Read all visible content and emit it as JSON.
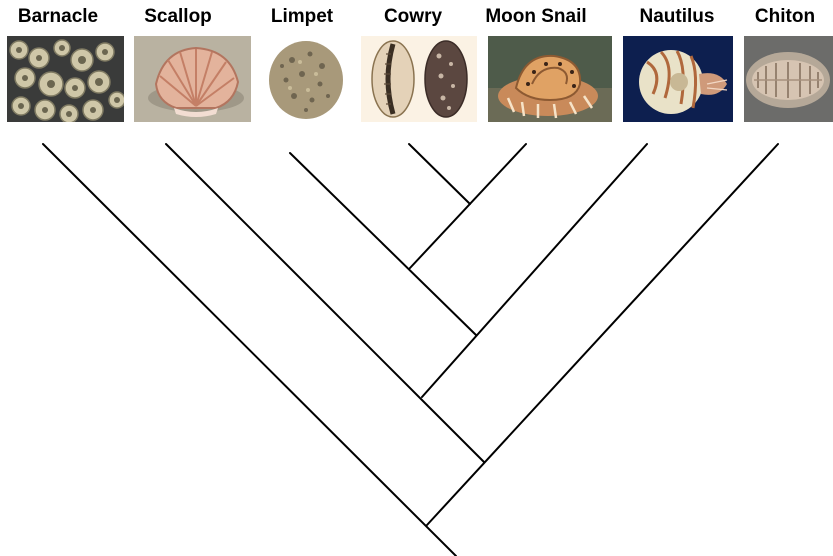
{
  "taxa": [
    {
      "name": "Barnacle",
      "icon": "barnacle-photo"
    },
    {
      "name": "Scallop",
      "icon": "scallop-shell-photo"
    },
    {
      "name": "Limpet",
      "icon": "limpet-shell-photo"
    },
    {
      "name": "Cowry",
      "icon": "cowry-shell-photo"
    },
    {
      "name": "Moon Snail",
      "icon": "moon-snail-photo"
    },
    {
      "name": "Nautilus",
      "icon": "nautilus-photo"
    },
    {
      "name": "Chiton",
      "icon": "chiton-photo"
    }
  ],
  "colors": {
    "line": "#000000",
    "label": "#000000",
    "background": "#ffffff"
  }
}
